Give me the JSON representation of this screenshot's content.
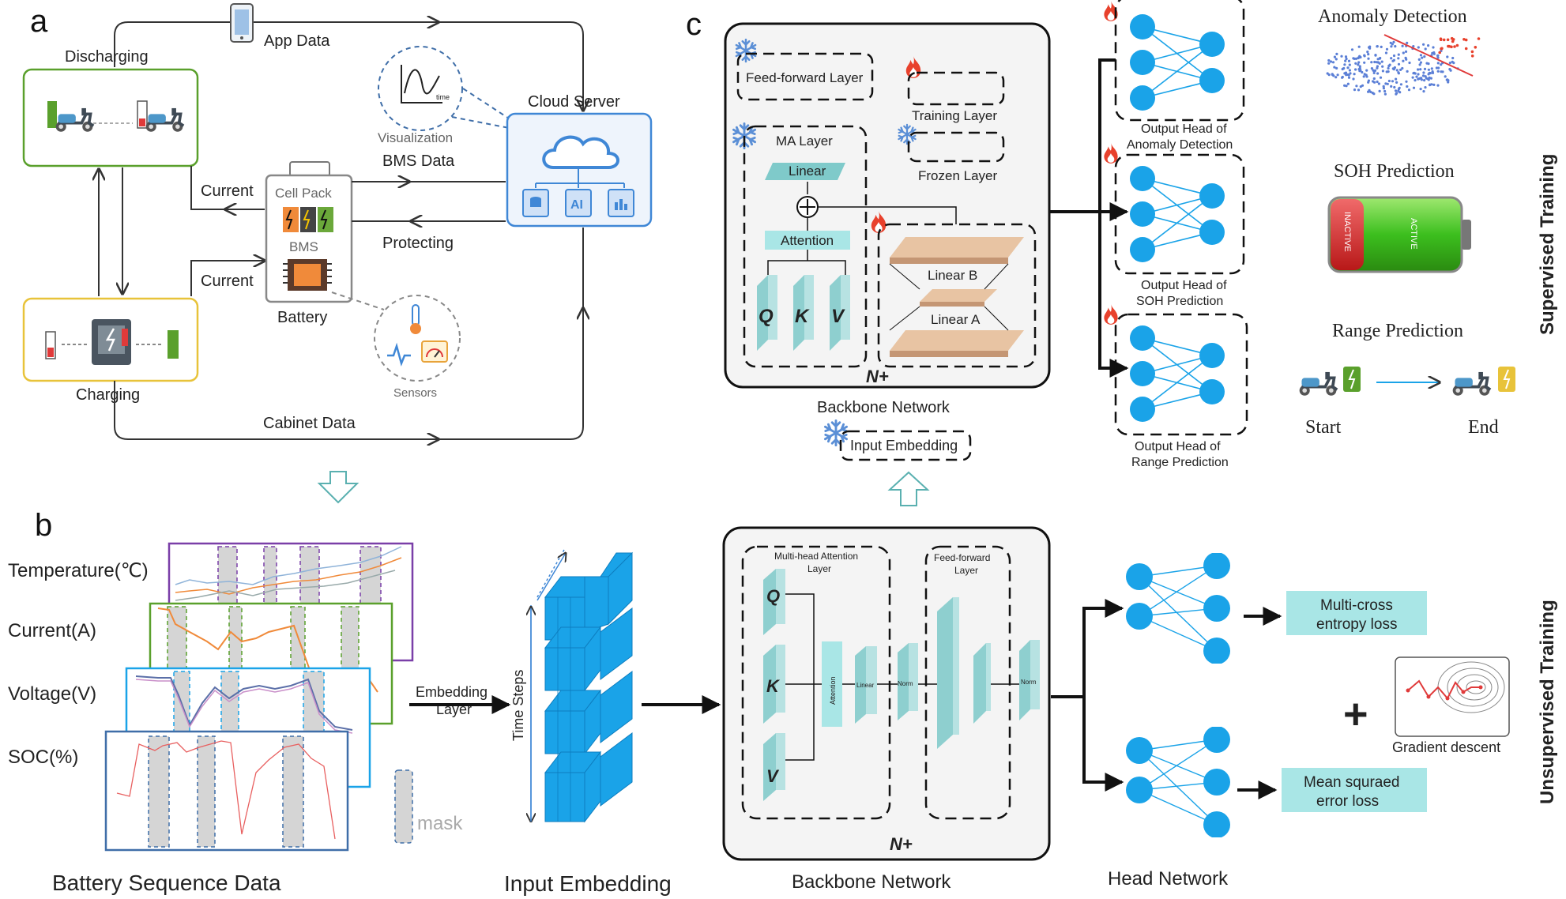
{
  "panel_a": {
    "label": "a",
    "app_data": "App Data",
    "discharging": "Discharging",
    "visualization": "Visualization",
    "time": "time",
    "cloud_server": "Cloud Server",
    "bms_data": "BMS Data",
    "current_top": "Current",
    "current_bottom": "Current",
    "cell_pack": "Cell Pack",
    "bms": "BMS",
    "battery": "Battery",
    "protecting": "Protecting",
    "charging": "Charging",
    "sensors": "Sensors",
    "cabinet_data": "Cabinet Data",
    "ai": "AI"
  },
  "panel_b": {
    "label": "b",
    "temperature": "Temperature(℃)",
    "current": "Current(A)",
    "voltage": "Voltage(V)",
    "soc": "SOC(%)",
    "mask": "mask",
    "embedding_layer_1": "Embedding",
    "embedding_layer_2": "Layer",
    "time_steps": "Time Steps",
    "battery_sequence_data": "Battery Sequence Data",
    "input_embedding": "Input Embedding",
    "mha_layer_1": "Multi-head Attention",
    "mha_layer_2": "Layer",
    "ff_layer_1": "Feed-forward",
    "ff_layer_2": "Layer",
    "q": "Q",
    "k": "K",
    "v": "V",
    "attention": "Attention",
    "linear": "Linear",
    "norm": "Norm",
    "n_plus": "N+",
    "backbone_network": "Backbone Network",
    "head_network": "Head Network",
    "multi_cross_1": "Multi-cross",
    "multi_cross_2": "entropy loss",
    "mse_1": "Mean squraed",
    "mse_2": "error loss",
    "plus": "+",
    "gradient_descent": "Gradient descent",
    "unsupervised_training": "Unsupervised Training"
  },
  "panel_c": {
    "label": "c",
    "feed_forward_layer": "Feed-forward Layer",
    "training_layer": "Training Layer",
    "frozen_layer": "Frozen Layer",
    "ma_layer": "MA Layer",
    "linear": "Linear",
    "attention": "Attention",
    "q": "Q",
    "k": "K",
    "v": "V",
    "linear_b": "Linear B",
    "linear_a": "Linear A",
    "n_plus": "N+",
    "backbone_network": "Backbone Network",
    "input_embedding": "Input Embedding",
    "head_anomaly_1": "Output Head of",
    "head_anomaly_2": "Anomaly Detection",
    "head_soh_1": "Output Head of",
    "head_soh_2": "SOH Prediction",
    "head_range_1": "Output Head of",
    "head_range_2": "Range Prediction",
    "anomaly_detection": "Anomaly Detection",
    "soh_prediction": "SOH Prediction",
    "inactive": "INACTIVE",
    "active": "ACTIVE",
    "range_prediction": "Range Prediction",
    "start": "Start",
    "end": "End",
    "supervised_training": "Supervised Training"
  },
  "colors": {
    "node_blue": "#1aa3e8",
    "teal": "#8ecfcf",
    "loss_box": "#a9e6e6",
    "green": "#5aa02c",
    "yellow": "#e8c33a",
    "cloud_blue": "#3f87d6",
    "fire": "#e8412c",
    "snow": "#5b8fd6"
  }
}
